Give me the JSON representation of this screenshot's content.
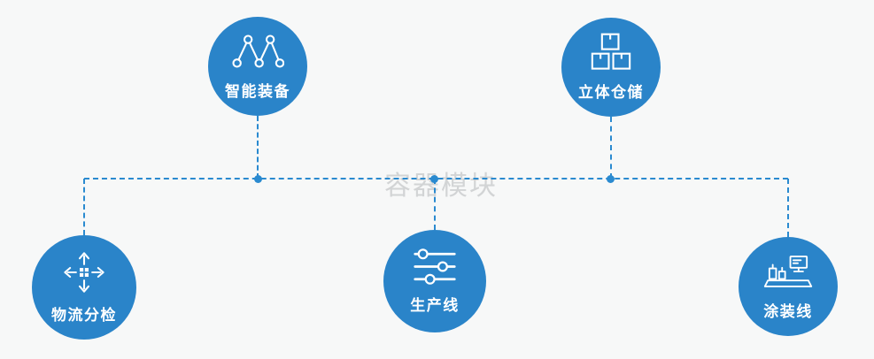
{
  "watermark": "容器模块",
  "colors": {
    "node_fill": "#2a84c9",
    "connector": "#2a8ad0",
    "background": "#f7f8f8",
    "icon": "#ffffff",
    "watermark": "#c6c8ca"
  },
  "nodes": [
    {
      "label": "智能装备",
      "icon": "network-icon"
    },
    {
      "label": "立体仓储",
      "icon": "boxes-icon"
    },
    {
      "label": "物流分检",
      "icon": "sort-arrows-icon"
    },
    {
      "label": "生产线",
      "icon": "sliders-icon"
    },
    {
      "label": "涂装线",
      "icon": "coating-machine-icon"
    }
  ]
}
